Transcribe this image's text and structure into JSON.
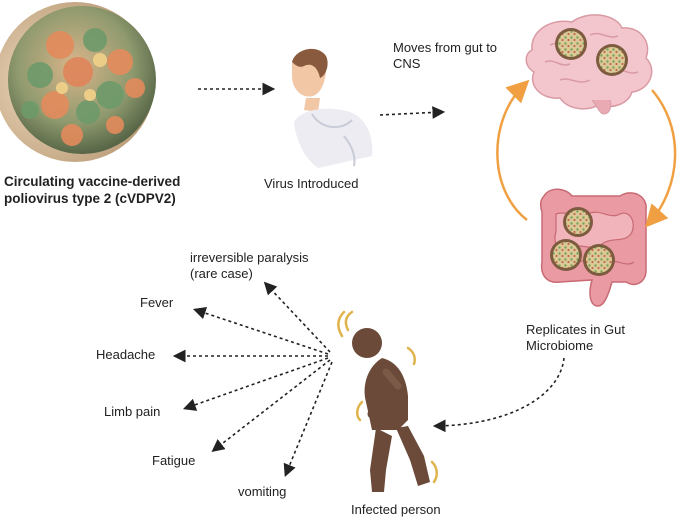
{
  "virus": {
    "name_line1": "Circulating vaccine-derived",
    "name_line2": "poliovirus type 2 (cVDPV2)"
  },
  "steps": {
    "introduced": "Virus Introduced",
    "cns_line1": "Moves from gut to",
    "cns_line2": "CNS",
    "gut_line1": "Replicates in Gut",
    "gut_line2": "Microbiome",
    "infected": "Infected person"
  },
  "symptoms": {
    "paralysis_line1": "irreversible paralysis",
    "paralysis_line2": "(rare case)",
    "fever": "Fever",
    "headache": "Headache",
    "limb_pain": "Limb pain",
    "fatigue": "Fatigue",
    "vomiting": "vomiting"
  },
  "colors": {
    "cycle_arrow": "#f0a042",
    "person": "#6b4a3a",
    "motion_lines": "#e0b44c",
    "brain": "#f2c6cc",
    "gut": "#e99aa2"
  }
}
